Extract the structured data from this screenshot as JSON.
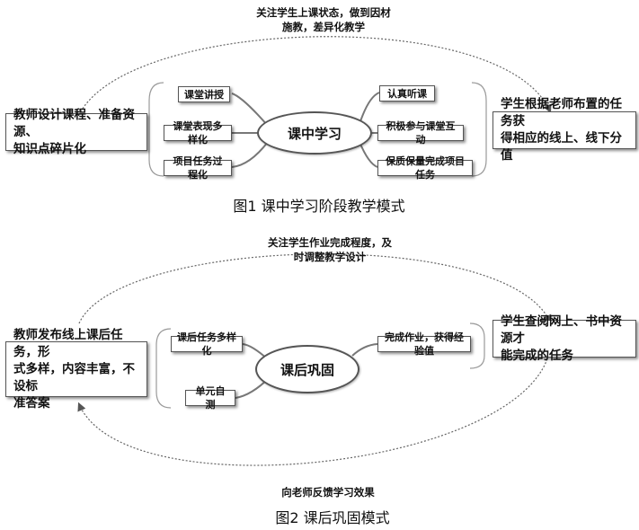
{
  "figure1": {
    "top_label": "关注学生上课状态，做到因材\n施教，差异化教学",
    "left_box": "教师设计课程、准备资源、\n知识点碎片化",
    "right_box": "学生根据老师布置的任务获\n得相应的线上、线下分值",
    "center": "课中学习",
    "left_items": [
      "课堂讲授",
      "课堂表现多样化",
      "项目任务过程化"
    ],
    "right_items": [
      "认真听课",
      "积极参与课堂互动",
      "保质保量完成项目任务"
    ],
    "caption": "图1  课中学习阶段教学模式"
  },
  "figure2": {
    "top_label": "关注学生作业完成程度，及\n时调整教学设计",
    "left_box": "教师发布线上课后任务，形\n式多样，内容丰富，不设标\n准答案",
    "right_box": "学生查阅网上、书中资源才\n能完成的任务",
    "center": "课后巩固",
    "left_items": [
      "课后任务多样化",
      "单元自测"
    ],
    "right_items": [
      "完成作业，获得经验值"
    ],
    "bottom_label": "向老师反馈学习效果",
    "caption": "图2  课后巩固模式"
  }
}
